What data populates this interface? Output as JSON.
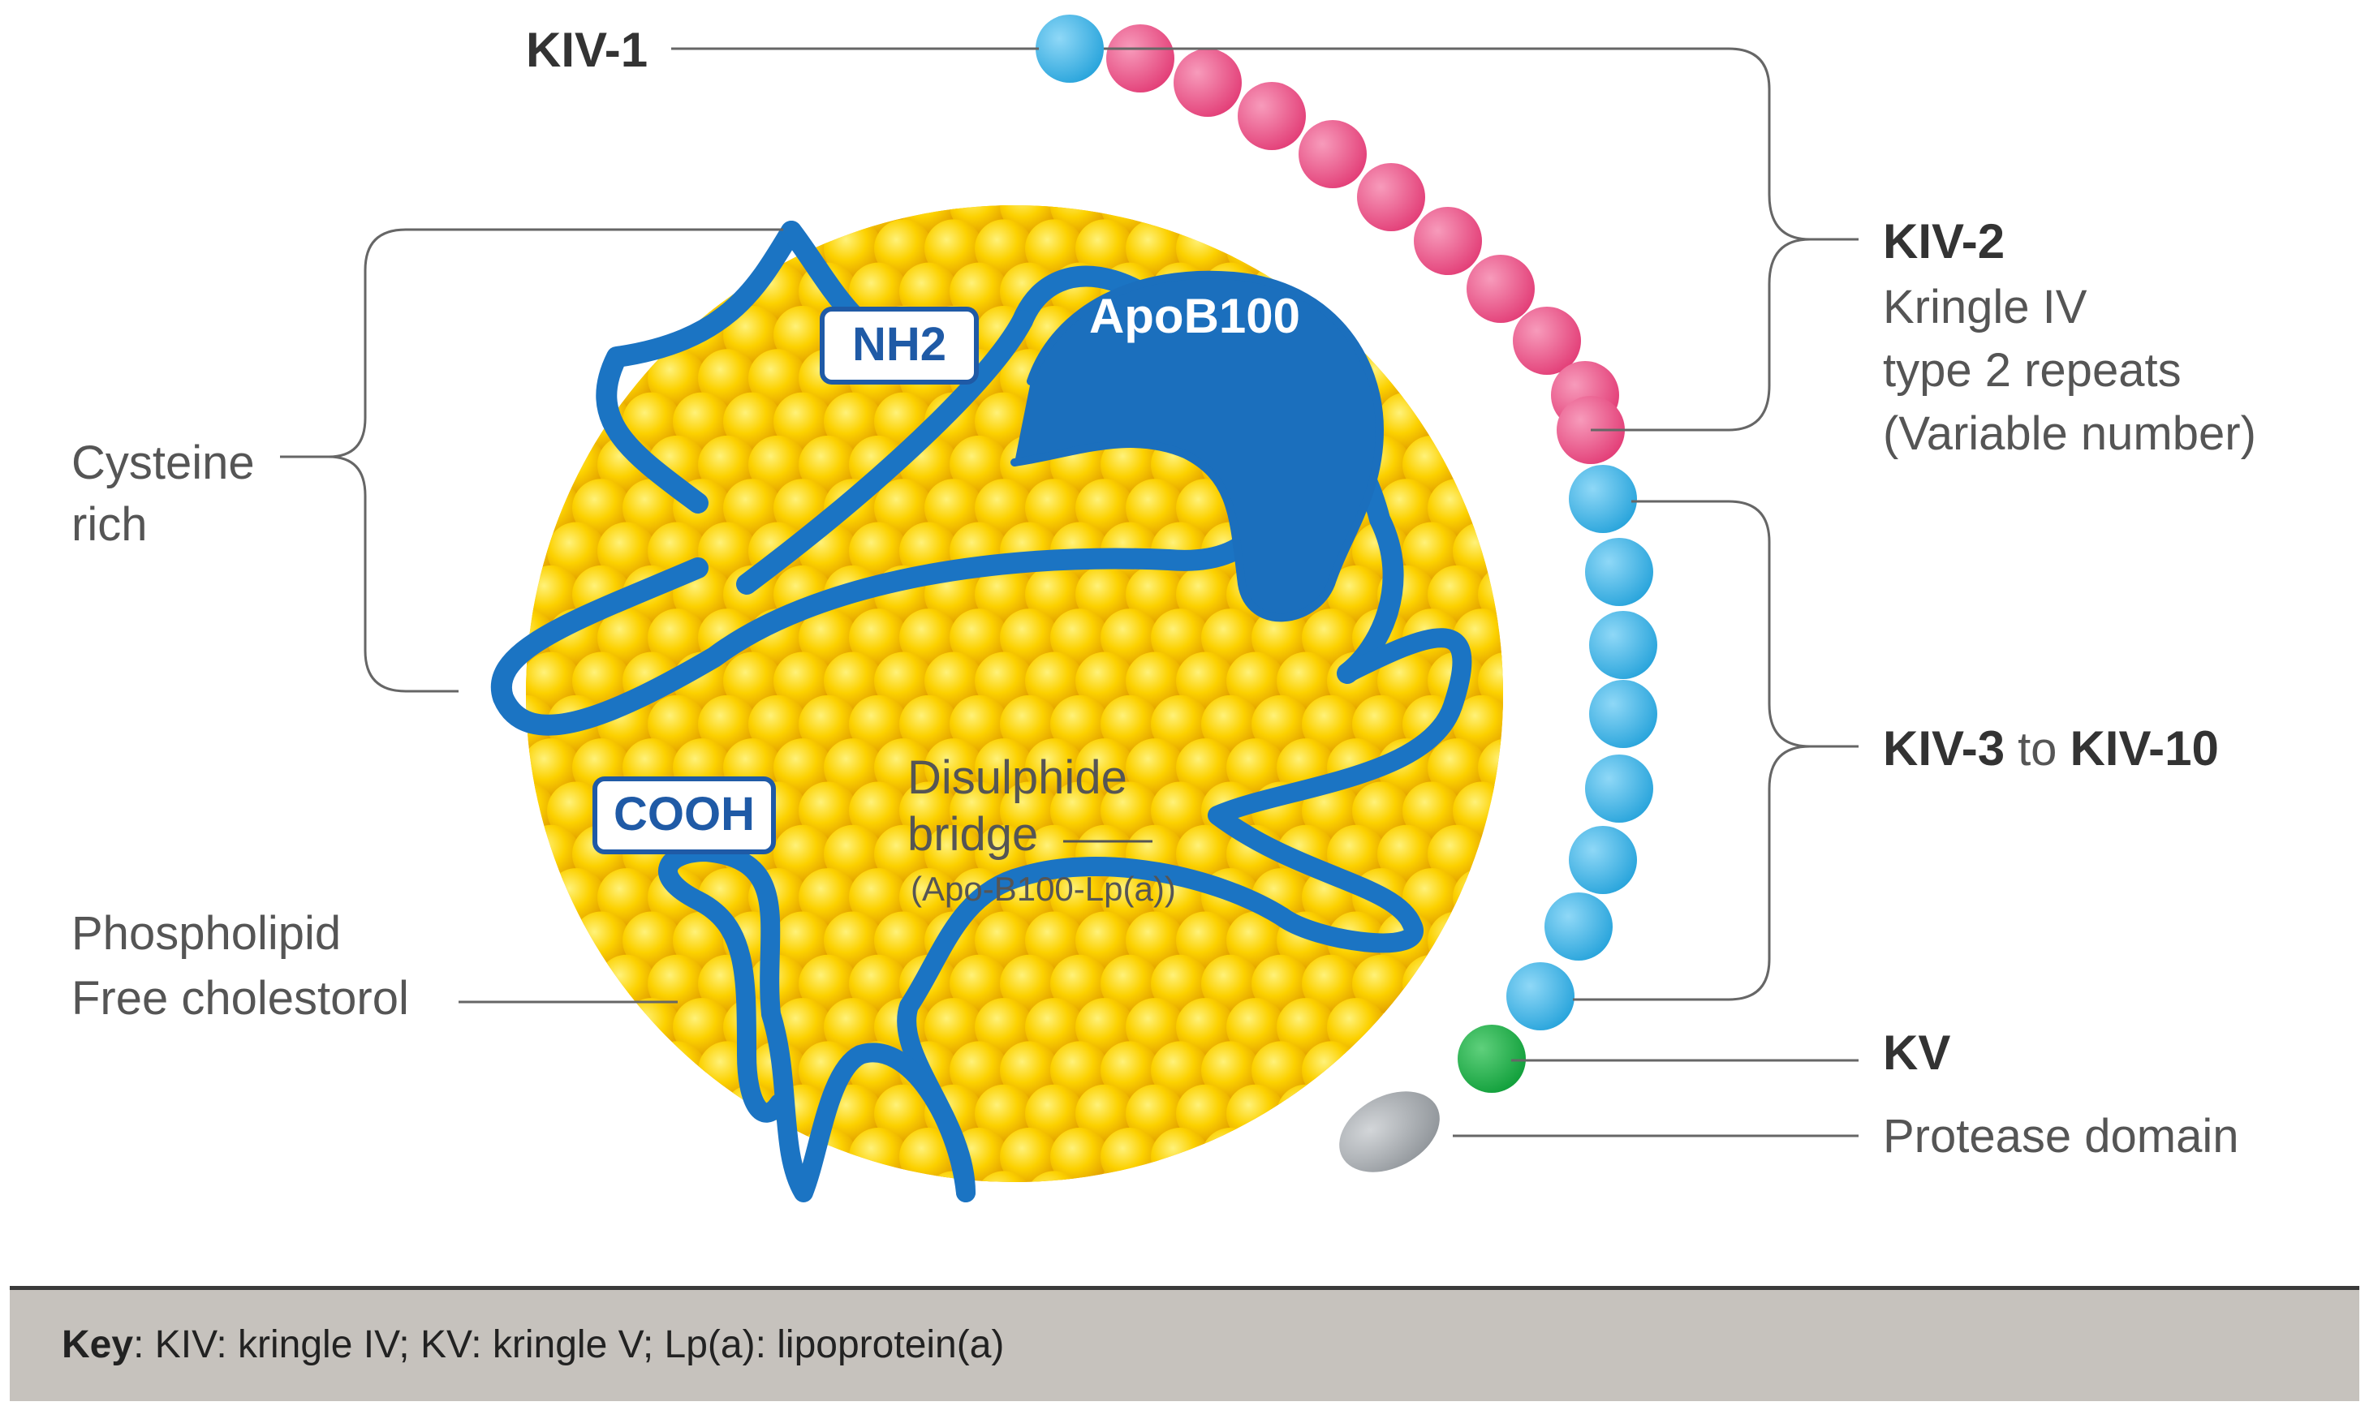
{
  "labels": {
    "kiv1": "KIV-1",
    "kiv2_title": "KIV-2",
    "kiv2_line1": "Kringle IV",
    "kiv2_line2": "type 2 repeats",
    "kiv2_line3": "(Variable number)",
    "kiv3_a": "KIV-3",
    "kiv3_to": "to",
    "kiv3_b": "KIV-10",
    "kv": "KV",
    "protease": "Protease domain",
    "cysteine_1": "Cysteine",
    "cysteine_2": "rich",
    "phospholipid_1": "Phospholipid",
    "phospholipid_2": "Free cholestorol",
    "disulphide_1": "Disulphide",
    "disulphide_2": "bridge",
    "disulphide_3": "(Apo-B100-Lp(a))",
    "nh2": "NH2",
    "cooh": "COOH",
    "apob100": "ApoB100"
  },
  "key": {
    "prefix": "Key",
    "text": ": KIV: kringle IV; KV: kringle V; Lp(a): lipoprotein(a)"
  },
  "colors": {
    "lipid_core": "#f7c600",
    "apob100": "#1b74c3",
    "kiv1_bead": "#45b6e6",
    "kiv2_bead": "#ec5f8e",
    "kiv3_10_bead": "#45b6e6",
    "kv_bead": "#1fb24a",
    "protease": "#a4a9ae"
  }
}
